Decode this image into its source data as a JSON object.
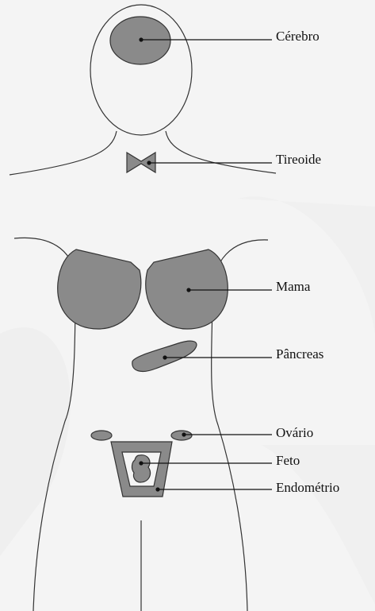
{
  "labels": {
    "cerebro": "Cérebro",
    "tireoide": "Tireoide",
    "mama": "Mama",
    "pancreas": "Pâncreas",
    "ovario": "Ovário",
    "feto": "Feto",
    "endometrio": "Endométrio"
  },
  "colors": {
    "background": "#f4f4f4",
    "organ_fill": "#8a8a8a",
    "outline": "#333333",
    "leader_line": "#111111"
  }
}
